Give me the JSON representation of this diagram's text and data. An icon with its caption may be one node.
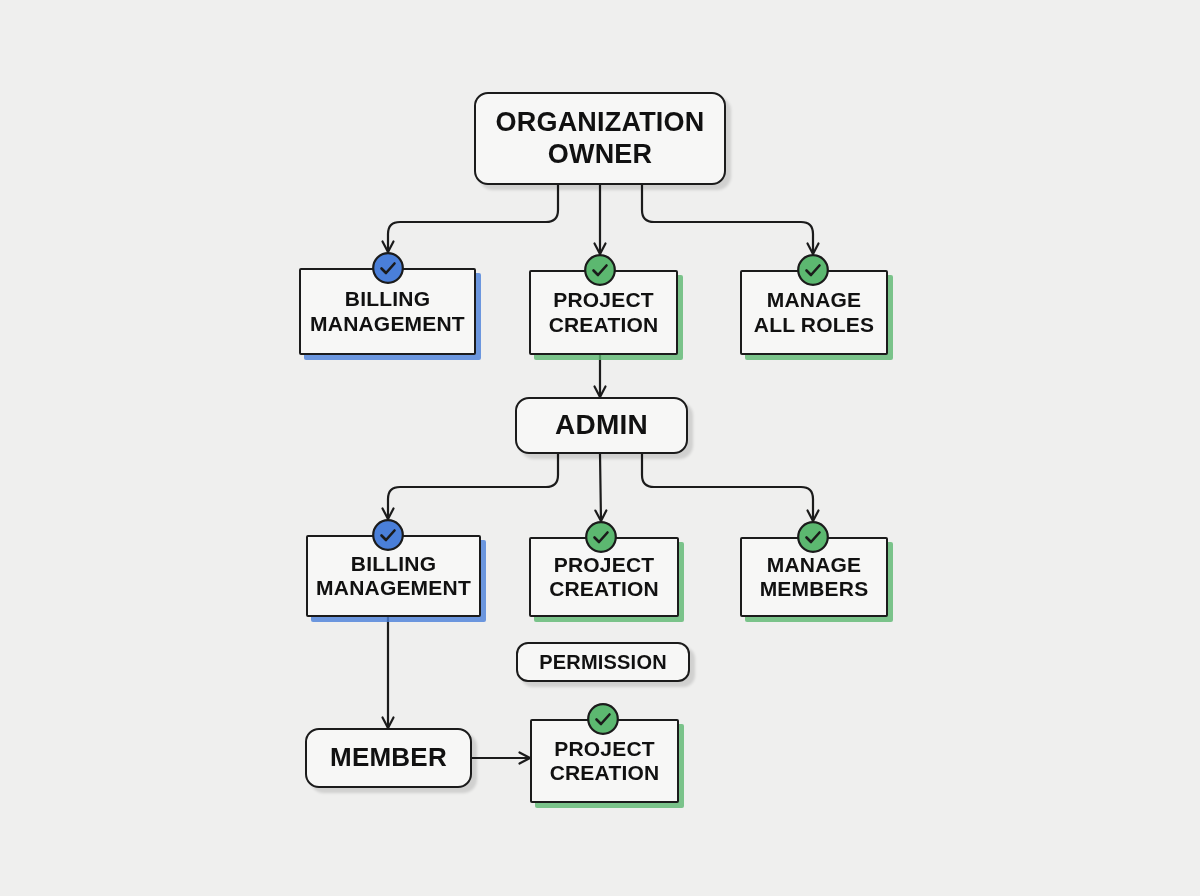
{
  "diagram": {
    "nodes": [
      {
        "text": [
          "ORGANIZATION OWNER"
        ]
      },
      {
        "text": [
          "BILLING MANAGEMENT"
        ]
      },
      {
        "text": [
          "PROJECT CREATION"
        ]
      },
      {
        "text": [
          "MANAGE ALL ROLES"
        ]
      },
      {
        "text": [
          "ADMIN"
        ]
      },
      {
        "text": [
          "BILLING MANAGEMENT"
        ]
      },
      {
        "text": [
          "PROJECT CREATION"
        ]
      },
      {
        "text": [
          "MANAGE MEMBERS"
        ]
      },
      {
        "text": [
          "PERMISSION"
        ]
      },
      {
        "text": [
          "MEMBER"
        ]
      },
      {
        "text": [
          "PROJECT CREATION"
        ]
      }
    ],
    "edges": [
      {
        "from": 0,
        "to": 1,
        "arrow": "to"
      },
      {
        "from": 0,
        "to": 2,
        "arrow": "to"
      },
      {
        "from": 0,
        "to": 3,
        "arrow": "to"
      },
      {
        "from": 2,
        "to": 4,
        "arrow": "to"
      },
      {
        "from": 4,
        "to": 5,
        "arrow": "to"
      },
      {
        "from": 4,
        "to": 6,
        "arrow": "to"
      },
      {
        "from": 4,
        "to": 7,
        "arrow": "to"
      },
      {
        "from": 5,
        "to": 9,
        "arrow": "to"
      },
      {
        "from": 9,
        "to": 10,
        "arrow": "to"
      }
    ]
  }
}
